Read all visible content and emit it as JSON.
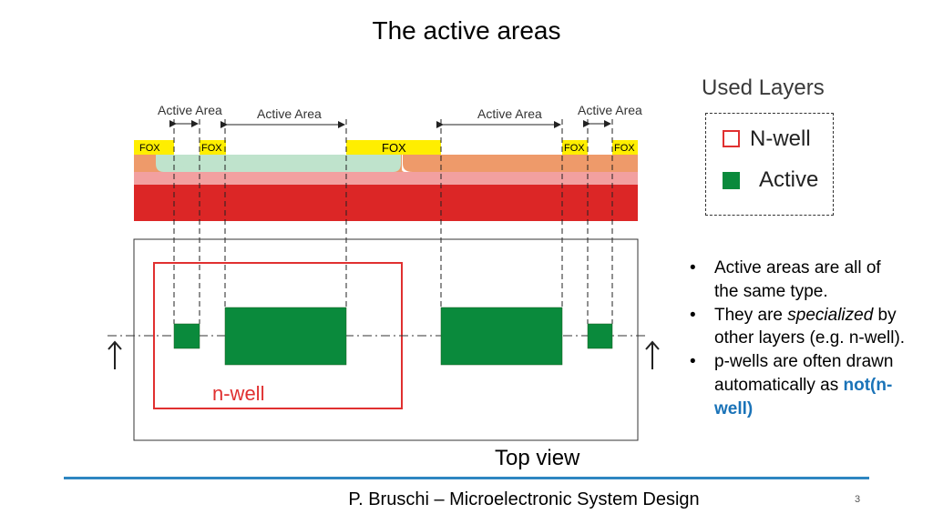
{
  "title": "The active areas",
  "cross_section": {
    "active_area_labels": [
      "Active Area",
      "Active Area",
      "Active Area",
      "Active Area"
    ],
    "fox_labels": [
      "FOX",
      "FOX",
      "FOX",
      "FOX",
      "FOX"
    ]
  },
  "top_view": {
    "nwell_label": "n-well",
    "caption": "Top view"
  },
  "legend": {
    "title": "Used Layers",
    "items": [
      {
        "label": "N-well"
      },
      {
        "label": "Active"
      }
    ]
  },
  "bullets": {
    "b1": "Active areas are all of the same type.",
    "b2_pre": "They  are ",
    "b2_emph": "specialized",
    "b2_post": " by other layers (e.g. n-well).",
    "b3_pre": "p-wells are often drawn automatically as ",
    "b3_hl": "not(n-well)"
  },
  "footer": "P. Bruschi – Microelectronic System Design",
  "page_number": "3",
  "colors": {
    "substrate": "#dc2626",
    "substrate_pink": "#f2a0a0",
    "nwell_orange": "#ee9a6a",
    "active_green_light": "#bfe3cc",
    "active_green": "#0a8a3c",
    "fox_yellow": "#ffee00",
    "nwell_outline": "#e03030",
    "accent_blue": "#2e86c1"
  }
}
